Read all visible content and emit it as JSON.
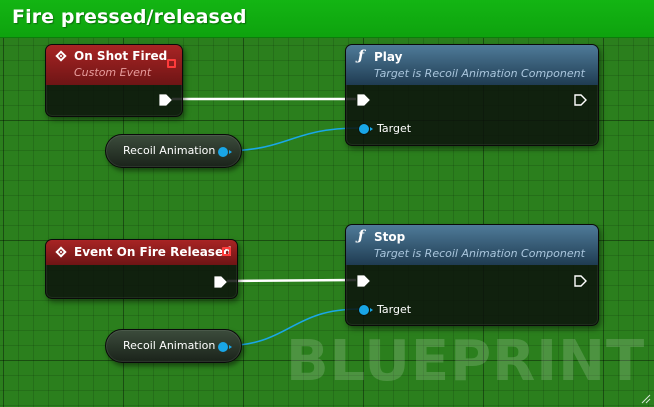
{
  "comment": {
    "title": "Fire pressed/released",
    "header_color": "#12b012"
  },
  "nodes": {
    "event_shot_fired": {
      "title": "On Shot Fired",
      "subtitle": "Custom Event",
      "icon": "event-diamond-icon"
    },
    "play": {
      "title": "Play",
      "subtitle": "Target is Recoil Animation Component",
      "icon": "function-icon",
      "target_label": "Target"
    },
    "var_recoil_1": {
      "label": "Recoil Animation"
    },
    "event_fire_released": {
      "title": "Event On Fire Released",
      "icon": "event-diamond-icon"
    },
    "stop": {
      "title": "Stop",
      "subtitle": "Target is Recoil Animation Component",
      "icon": "function-icon",
      "target_label": "Target"
    },
    "var_recoil_2": {
      "label": "Recoil Animation"
    }
  },
  "colors": {
    "event_header": "#9a2020",
    "function_header": "#3f6a89",
    "object_pin": "#19a6e6",
    "graph_background": "#2b7f1d"
  },
  "watermark": "BLUEPRINT"
}
